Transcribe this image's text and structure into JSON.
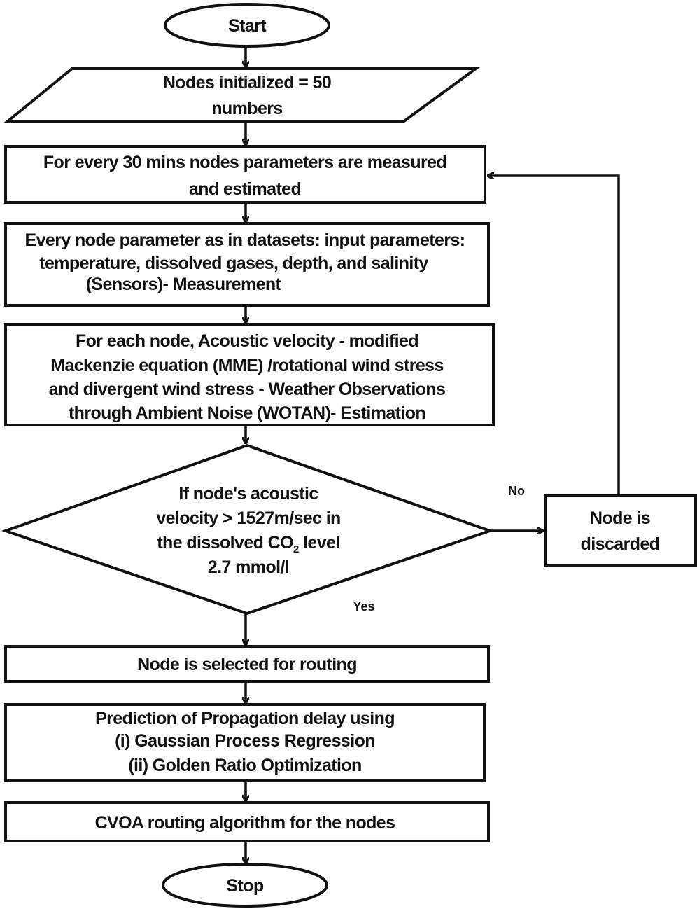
{
  "flowchart": {
    "start": "Start",
    "stop": "Stop",
    "init": [
      "Nodes initialized = 50",
      "numbers"
    ],
    "measure": [
      "For every 30 mins nodes parameters are measured",
      "and estimated"
    ],
    "params": [
      "Every node parameter as in datasets: input parameters:",
      "temperature, dissolved gases, depth, and salinity",
      "(Sensors)- Measurement"
    ],
    "estimate": [
      "For each node, Acoustic velocity - modified",
      "Mackenzie equation (MME) /rotational wind stress",
      "and divergent wind stress - Weather Observations",
      "through Ambient Noise (WOTAN)- Estimation"
    ],
    "decision": {
      "line1": "If node's acoustic",
      "line2": "velocity > 1527m/sec in",
      "line3_pre": "the dissolved CO",
      "line3_sub": "2",
      "line3_post": " level",
      "line4": "2.7 mmol/l"
    },
    "no_label": "No",
    "yes_label": "Yes",
    "discarded": [
      "Node is",
      "discarded"
    ],
    "selected": "Node is selected for routing",
    "prediction": [
      "Prediction of Propagation delay using",
      "(i) Gaussian Process Regression",
      "(ii) Golden Ratio Optimization"
    ],
    "routing": "CVOA routing algorithm for the nodes"
  },
  "colors": {
    "stroke": "#111111",
    "background": "#ffffff"
  }
}
